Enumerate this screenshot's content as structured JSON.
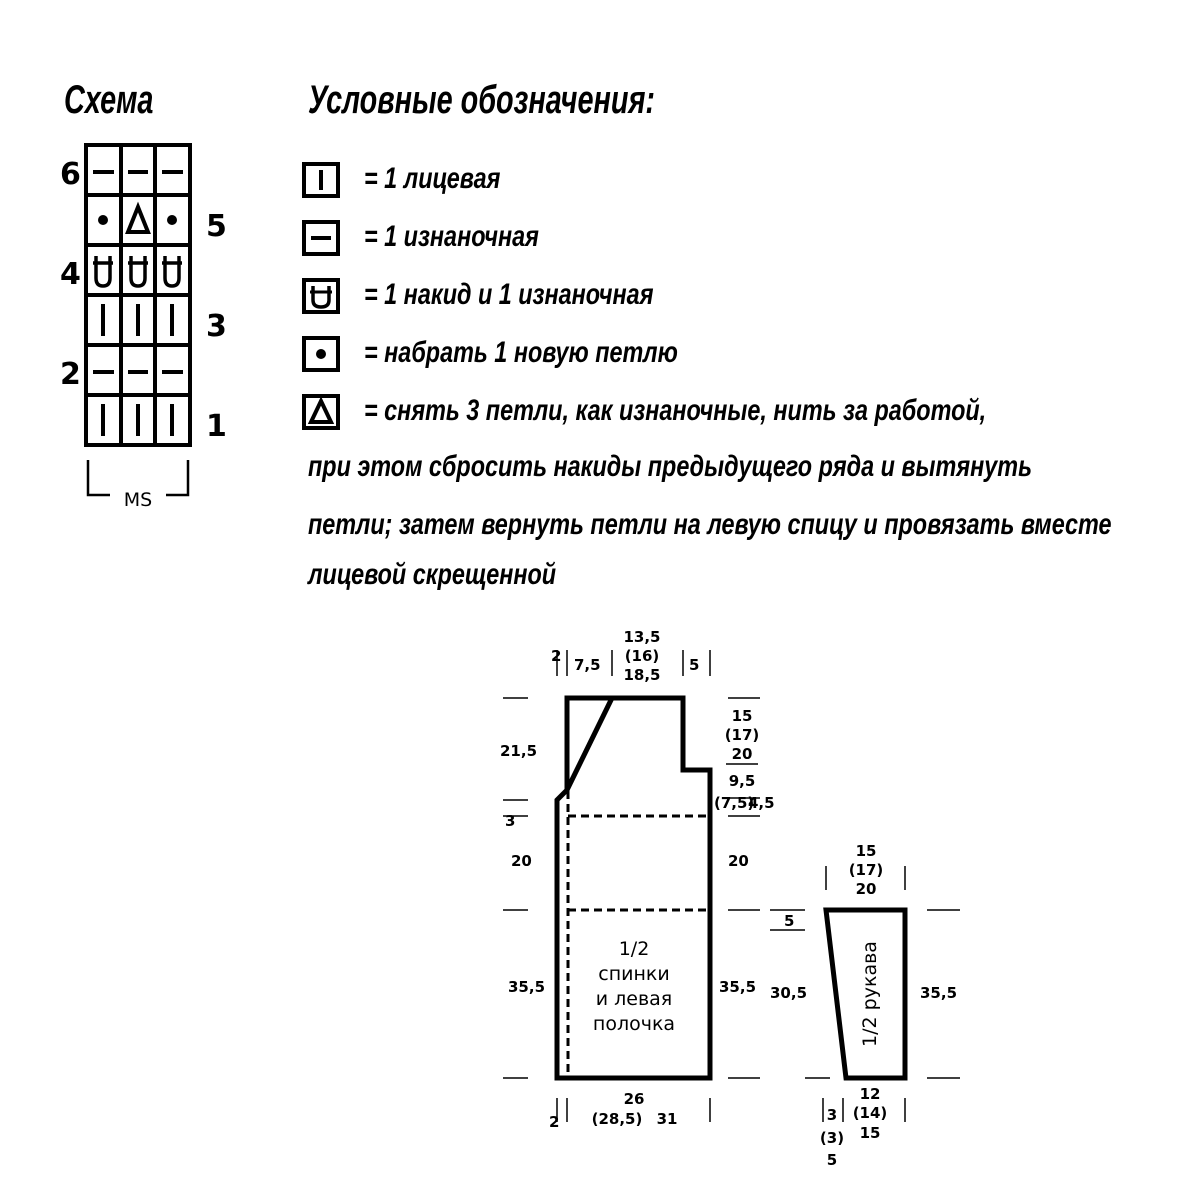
{
  "schema": {
    "title": "Схема",
    "rows_left": [
      "6",
      "4",
      "2"
    ],
    "rows_right": [
      "5",
      "3",
      "1"
    ],
    "repeat_label": "MS"
  },
  "legend": {
    "title": "Условные обозначения:",
    "items": [
      {
        "icon": "knit-stitch-icon",
        "text": "= 1 лицевая"
      },
      {
        "icon": "purl-stitch-icon",
        "text": "= 1 изнаночная"
      },
      {
        "icon": "yarn-over-purl-icon",
        "text": "= 1 накид и 1 изнаночная"
      },
      {
        "icon": "new-stitch-dot-icon",
        "text": "= набрать 1 новую петлю"
      },
      {
        "icon": "slip-three-triangle-icon",
        "text": "= снять 3 петли, как изнаночные, нить за работой,"
      }
    ],
    "continuation": [
      "при этом сбросить накиды предыдущего ряда и вытянуть",
      "петли; затем вернуть петли на левую спицу и провязать вместе",
      "лицевой скрещенной"
    ]
  },
  "body_piece": {
    "label": [
      "1/2",
      "спинки",
      "и левая",
      "полочка"
    ],
    "top_dims": {
      "a": "2",
      "b": "7,5",
      "c1": "13,5",
      "c2": "(16)",
      "c3": "18,5",
      "d": "5"
    },
    "left_dims": {
      "neck": "21,5",
      "three": "3",
      "twenty": "20",
      "main": "35,5"
    },
    "right_dims": {
      "s1": "15",
      "s2": "(17)",
      "s3": "20",
      "t1": "9,5",
      "t2": "(7,5)",
      "t3": "4,5",
      "twenty": "20",
      "main": "35,5"
    },
    "bottom_dims": {
      "w1": "26",
      "w2": "(28,5)",
      "w3": "31",
      "edge": "2"
    }
  },
  "sleeve_piece": {
    "label": "1/2 рукава",
    "top_dims": {
      "a": "15",
      "b": "(17)",
      "c": "20"
    },
    "left_dims": {
      "five": "5",
      "height": "30,5"
    },
    "right_dims": {
      "height": "35,5"
    },
    "bottom_dims": {
      "a": "12",
      "b": "(14)",
      "c": "15",
      "e1": "3",
      "e2": "(3)",
      "e3": "5"
    }
  }
}
